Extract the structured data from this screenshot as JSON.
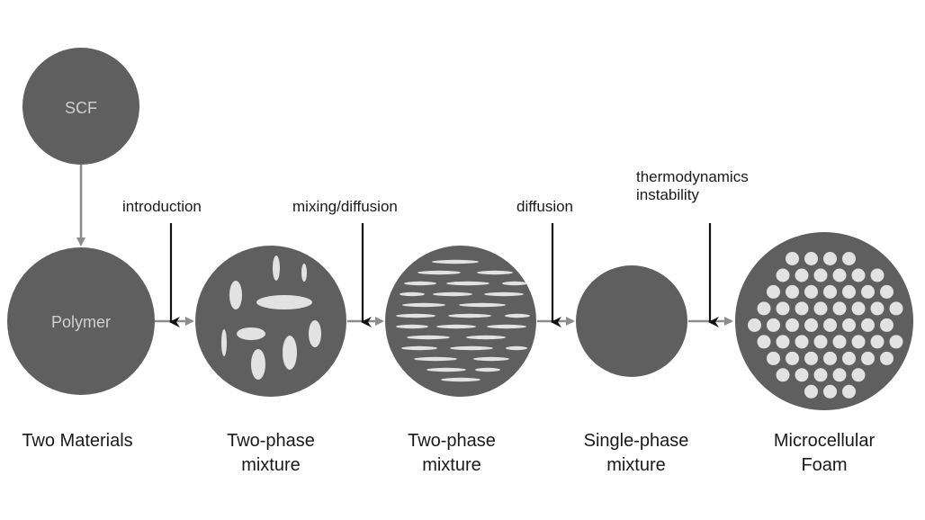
{
  "nodes": {
    "scf": "SCF",
    "polymer": "Polymer"
  },
  "steps": {
    "introduction": "introduction",
    "mixing": "mixing/diffusion",
    "diffusion": "diffusion",
    "instability": [
      "thermodynamics",
      "instability"
    ]
  },
  "stages": {
    "two_materials": "Two Materials",
    "two_phase_1": [
      "Two-phase",
      "mixture"
    ],
    "two_phase_2": [
      "Two-phase",
      "mixture"
    ],
    "single_phase": [
      "Single-phase",
      "mixture"
    ],
    "foam": [
      "Microcellular",
      "Foam"
    ]
  },
  "colors": {
    "circle": "#5f5f5f",
    "arrow": "#8c8c8c",
    "inclusion": "#e2e2e2",
    "step_arrow": "#111111"
  }
}
